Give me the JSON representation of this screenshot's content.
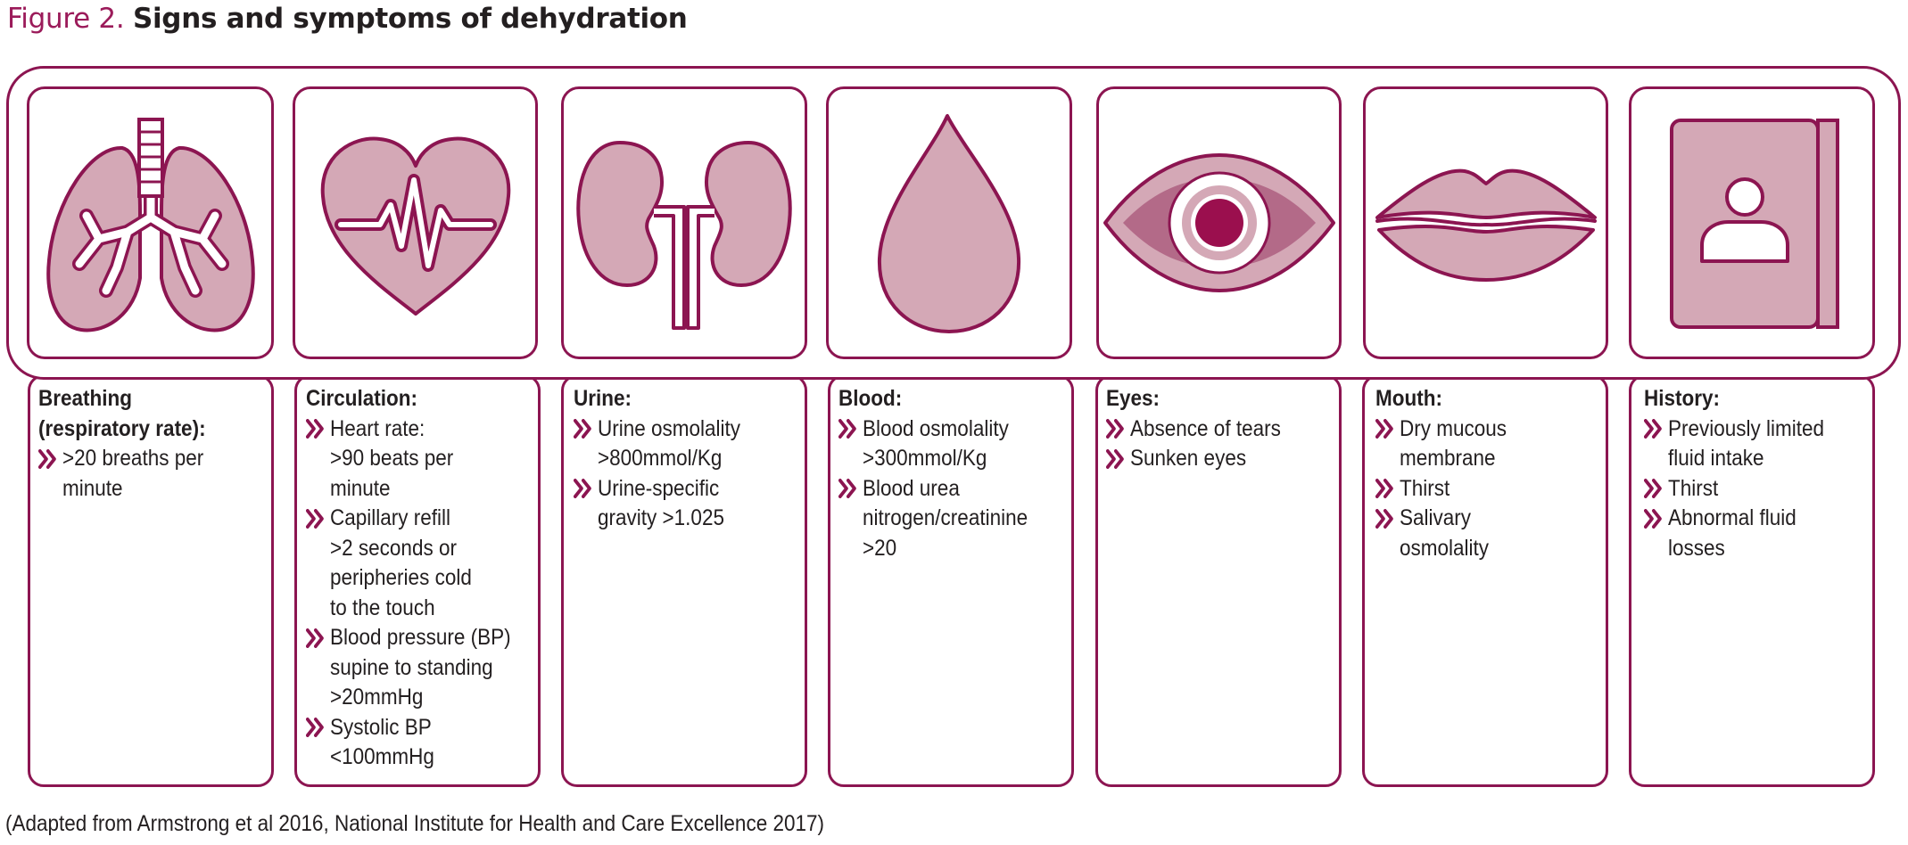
{
  "figure": {
    "label": "Figure 2.",
    "title": "Signs and symptoms of dehydration"
  },
  "colors": {
    "accent": "#8c1551",
    "icon_fill": "#d4a8b6",
    "icon_dark": "#b36a88",
    "pupil": "#9b0f4e"
  },
  "columns": [
    {
      "icon": "lungs-icon",
      "heading_lines": [
        "Breathing",
        "(respiratory rate):"
      ],
      "bullets": [
        [
          "&gt;20 breaths per",
          "minute"
        ]
      ]
    },
    {
      "icon": "heart-pulse-icon",
      "heading_lines": [
        "Circulation:"
      ],
      "bullets": [
        [
          "Heart rate:",
          ">90 beats per",
          "minute"
        ],
        [
          "Capillary refill",
          ">2 seconds or",
          "peripheries cold",
          "to the touch"
        ],
        [
          "Blood pressure (BP)",
          "supine to standing",
          ">20mmHg"
        ],
        [
          "Systolic BP",
          "<100mmHg"
        ]
      ]
    },
    {
      "icon": "kidneys-icon",
      "heading_lines": [
        "Urine:"
      ],
      "bullets": [
        [
          "Urine osmolality",
          ">800mmol/Kg"
        ],
        [
          "Urine-specific",
          "gravity >1.025"
        ]
      ]
    },
    {
      "icon": "blood-drop-icon",
      "heading_lines": [
        "Blood:"
      ],
      "bullets": [
        [
          "Blood osmolality",
          ">300mmol/Kg"
        ],
        [
          "Blood urea",
          "nitrogen/creatinine",
          ">20"
        ]
      ]
    },
    {
      "icon": "eye-icon",
      "heading_lines": [
        "Eyes:"
      ],
      "bullets": [
        [
          "Absence of tears"
        ],
        [
          "Sunken eyes"
        ]
      ]
    },
    {
      "icon": "lips-icon",
      "heading_lines": [
        "Mouth:"
      ],
      "bullets": [
        [
          "Dry mucous",
          "membrane"
        ],
        [
          "Thirst"
        ],
        [
          "Salivary",
          "osmolality"
        ]
      ]
    },
    {
      "icon": "patient-record-icon",
      "heading_lines": [
        "History:"
      ],
      "bullets": [
        [
          "Previously limited",
          "fluid intake"
        ],
        [
          "Thirst"
        ],
        [
          "Abnormal fluid",
          "losses"
        ]
      ]
    }
  ],
  "footnote": "(Adapted from Armstrong et al 2016, National Institute for Health and Care Excellence 2017)"
}
